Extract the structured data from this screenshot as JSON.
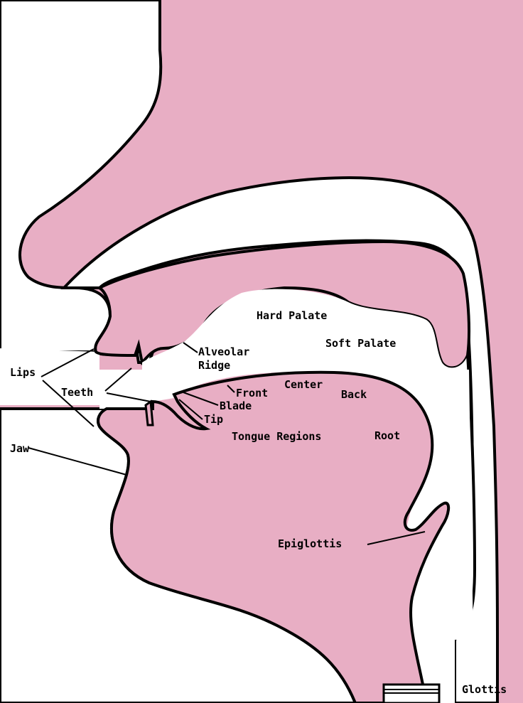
{
  "labels": {
    "lips": "Lips",
    "teeth": "Teeth",
    "jaw": "Jaw",
    "alveolar_ridge": "Alveolar\nRidge",
    "hard_palate": "Hard Palate",
    "soft_palate": "Soft Palate",
    "front": "Front",
    "center": "Center",
    "back": "Back",
    "blade": "Blade",
    "tip": "Tip",
    "tongue_regions": "Tongue Regions",
    "root": "Root",
    "epiglottis": "Epiglottis",
    "glottis": "Glottis"
  },
  "colors": {
    "tissue": "#E8AEC4",
    "outline": "#000000",
    "air": "#FFFFFF",
    "text": "#000000"
  }
}
